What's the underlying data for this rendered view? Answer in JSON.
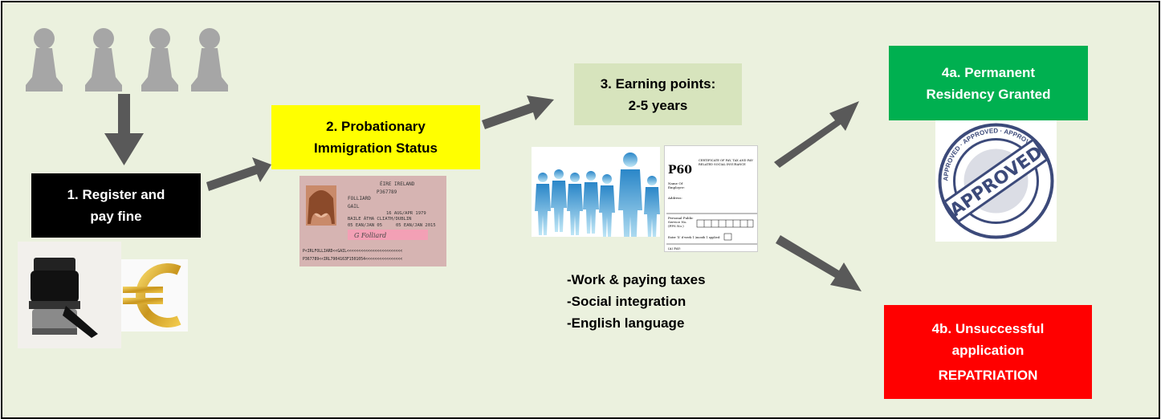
{
  "step1": {
    "line1": "1. Register and",
    "line2": "pay fine"
  },
  "step2": {
    "line1": "2. Probationary",
    "line2": "Immigration Status"
  },
  "step3": {
    "line1": "3. Earning points:",
    "line2": "2-5 years"
  },
  "step4a": {
    "line1": "4a. Permanent",
    "line2": "Residency Granted"
  },
  "step4b": {
    "line1": "4b. Unsuccessful",
    "line2": "application",
    "line3": "REPATRIATION"
  },
  "criteria": [
    "-Work & paying taxes",
    "-Social integration",
    "-English language"
  ],
  "passport": {
    "country": "ÉIRE IRELAND",
    "number": "P367789",
    "surname": "FOLLIARD",
    "forename": "GAIL",
    "dob": "16 AUG/APR 1979",
    "issue": "05 EAN/JAN 05",
    "expiry": "05 EAN/JAN 2015",
    "place": "BAILE ÁTHA CLIATH/DUBLIN",
    "signature": "G Folliard",
    "mrz1": "P<IRLFOLLIARD<<GAIL<<<<<<<<<<<<<<<<<<<<<<<<",
    "mrz2": "P367789<<IRL7904163F1501054<<<<<<<<<<<<<<<<"
  },
  "form": {
    "title": "P60",
    "heading": "CERTIFICATE OF PAY, TAX AND PAY-RELATED SOCIAL INSURANCE",
    "l1": "Name Of",
    "l2": "Employer:",
    "l3": "Address:",
    "l4": "Personal Public",
    "l5": "Service No.",
    "l6": "(PPS No.)",
    "l7": "Enter 'X' if week 1 /month 1 applied:",
    "l8": "(A) PAY:"
  },
  "stamp": {
    "text": "APPROVED",
    "ring": "APPROVED · APPROVED · APPROVED"
  },
  "icons": {
    "people": "person-silhouette-icon",
    "stamp": "rubber-stamp-icon",
    "euro": "euro-icon",
    "crowd": "business-people-icon"
  },
  "colors": {
    "canvas": "#ebf1de",
    "step1_bg": "#000000",
    "step1_fg": "#ffffff",
    "step2_bg": "#ffff00",
    "step2_fg": "#000000",
    "step3_bg": "#d7e4bd",
    "step3_fg": "#000000",
    "step4a_bg": "#00b050",
    "step4a_fg": "#ffffff",
    "step4b_bg": "#ff0000",
    "step4b_fg": "#ffffff",
    "arrow": "#595959",
    "person": "#a6a6a6"
  }
}
